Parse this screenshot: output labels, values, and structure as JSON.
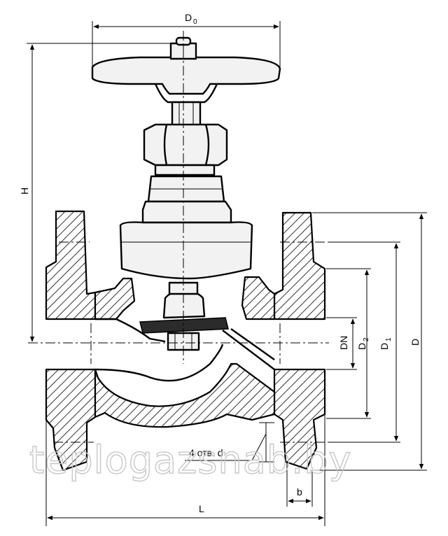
{
  "labels": {
    "d0": "D",
    "d0_sub": "0",
    "h": "H",
    "dn": "DN",
    "d2": "D",
    "d2_sub": "2",
    "d1": "D",
    "d1_sub": "1",
    "d": "D",
    "holes": "4 отв. d",
    "b": "b",
    "l": "L"
  },
  "watermark": "teplogazsnab.by"
}
